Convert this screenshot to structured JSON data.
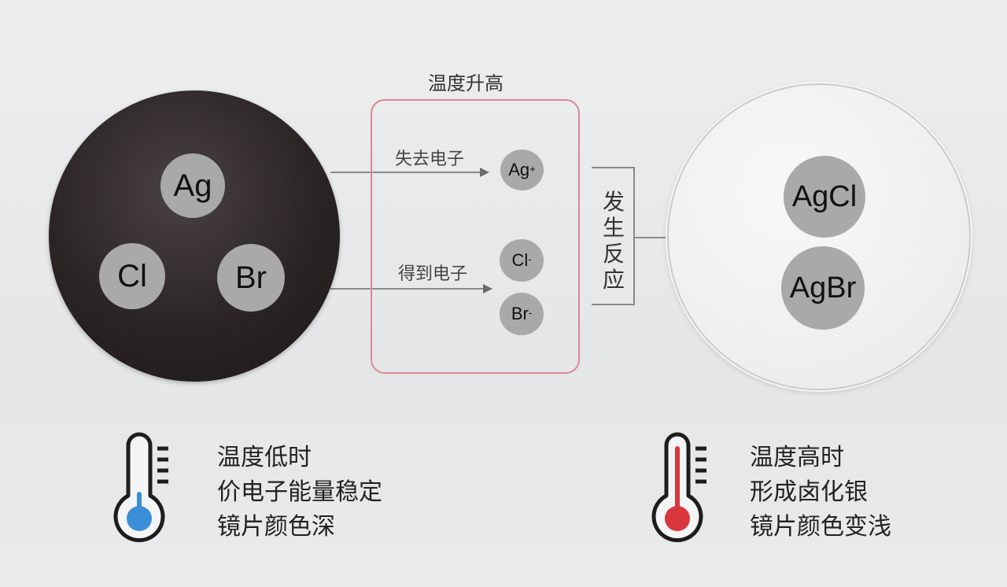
{
  "left_disc": {
    "atoms": [
      "Ag",
      "Cl",
      "Br"
    ]
  },
  "reaction_box": {
    "title": "温度升高",
    "lose_electron": "失去电子",
    "gain_electron": "得到电子",
    "ions": {
      "ag": {
        "symbol": "Ag",
        "charge": "+"
      },
      "cl": {
        "symbol": "Cl",
        "charge": "-"
      },
      "br": {
        "symbol": "Br",
        "charge": "-"
      }
    }
  },
  "react_label": [
    "发",
    "生",
    "反",
    "应"
  ],
  "right_disc": {
    "compounds": [
      "AgCl",
      "AgBr"
    ]
  },
  "low_temp": {
    "lines": [
      "温度低时",
      "价电子能量稳定",
      "镜片颜色深"
    ],
    "thermometer_color": "#3b8ed8"
  },
  "high_temp": {
    "lines": [
      "温度高时",
      "形成卤化银",
      "镜片颜色变浅"
    ],
    "thermometer_color": "#d9363e"
  },
  "colors": {
    "box_border": "#d98a8e",
    "atom_fill": "#a9a9aa",
    "arrow": "#6b6b6b"
  }
}
